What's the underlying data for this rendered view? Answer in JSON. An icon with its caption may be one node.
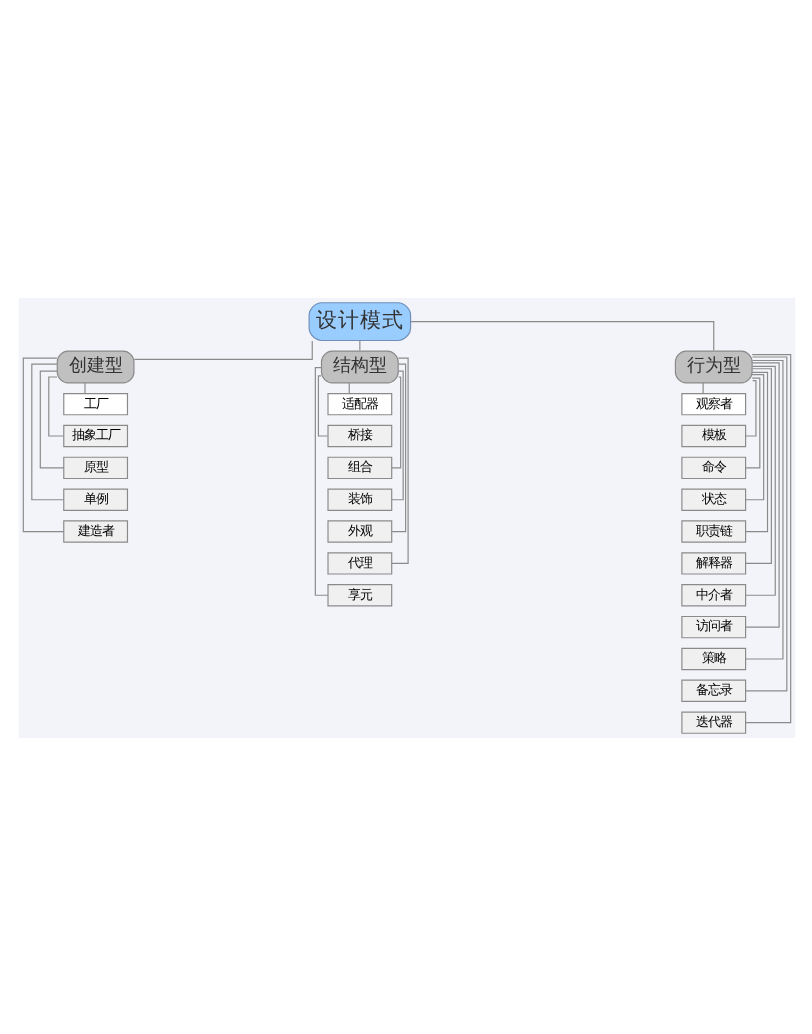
{
  "diagram": {
    "nodes": [
      {
        "text": [
          "设计模式"
        ]
      },
      {
        "text": [
          "创建型"
        ]
      },
      {
        "text": [
          "结构型"
        ]
      },
      {
        "text": [
          "行为型"
        ]
      },
      {
        "text": [
          "工厂"
        ]
      },
      {
        "text": [
          "抽象工厂"
        ]
      },
      {
        "text": [
          "原型"
        ]
      },
      {
        "text": [
          "单例"
        ]
      },
      {
        "text": [
          "建造者"
        ]
      },
      {
        "text": [
          "适配器"
        ]
      },
      {
        "text": [
          "桥接"
        ]
      },
      {
        "text": [
          "组合"
        ]
      },
      {
        "text": [
          "装饰"
        ]
      },
      {
        "text": [
          "外观"
        ]
      },
      {
        "text": [
          "代理"
        ]
      },
      {
        "text": [
          "享元"
        ]
      },
      {
        "text": [
          "观察者"
        ]
      },
      {
        "text": [
          "模板"
        ]
      },
      {
        "text": [
          "命令"
        ]
      },
      {
        "text": [
          "状态"
        ]
      },
      {
        "text": [
          "职责链"
        ]
      },
      {
        "text": [
          "解释器"
        ]
      },
      {
        "text": [
          "中介者"
        ]
      },
      {
        "text": [
          "访问者"
        ]
      },
      {
        "text": [
          "策略"
        ]
      },
      {
        "text": [
          "备忘录"
        ]
      },
      {
        "text": [
          "迭代器"
        ]
      }
    ],
    "edges": [
      {
        "from": 0,
        "to": 1,
        "arrow": "none"
      },
      {
        "from": 0,
        "to": 2,
        "arrow": "none"
      },
      {
        "from": 0,
        "to": 3,
        "arrow": "none"
      },
      {
        "from": 1,
        "to": 4,
        "arrow": "none"
      },
      {
        "from": 1,
        "to": 5,
        "arrow": "none"
      },
      {
        "from": 1,
        "to": 6,
        "arrow": "none"
      },
      {
        "from": 1,
        "to": 7,
        "arrow": "none"
      },
      {
        "from": 1,
        "to": 8,
        "arrow": "none"
      },
      {
        "from": 2,
        "to": 9,
        "arrow": "none"
      },
      {
        "from": 2,
        "to": 10,
        "arrow": "none"
      },
      {
        "from": 2,
        "to": 11,
        "arrow": "none"
      },
      {
        "from": 2,
        "to": 12,
        "arrow": "none"
      },
      {
        "from": 2,
        "to": 13,
        "arrow": "none"
      },
      {
        "from": 2,
        "to": 14,
        "arrow": "none"
      },
      {
        "from": 2,
        "to": 15,
        "arrow": "none"
      },
      {
        "from": 3,
        "to": 16,
        "arrow": "none"
      },
      {
        "from": 3,
        "to": 17,
        "arrow": "none"
      },
      {
        "from": 3,
        "to": 18,
        "arrow": "none"
      },
      {
        "from": 3,
        "to": 19,
        "arrow": "none"
      },
      {
        "from": 3,
        "to": 20,
        "arrow": "none"
      },
      {
        "from": 3,
        "to": 21,
        "arrow": "none"
      },
      {
        "from": 3,
        "to": 22,
        "arrow": "none"
      },
      {
        "from": 3,
        "to": 23,
        "arrow": "none"
      },
      {
        "from": 3,
        "to": 24,
        "arrow": "none"
      },
      {
        "from": 3,
        "to": 25,
        "arrow": "none"
      },
      {
        "from": 3,
        "to": 26,
        "arrow": "none"
      }
    ]
  }
}
